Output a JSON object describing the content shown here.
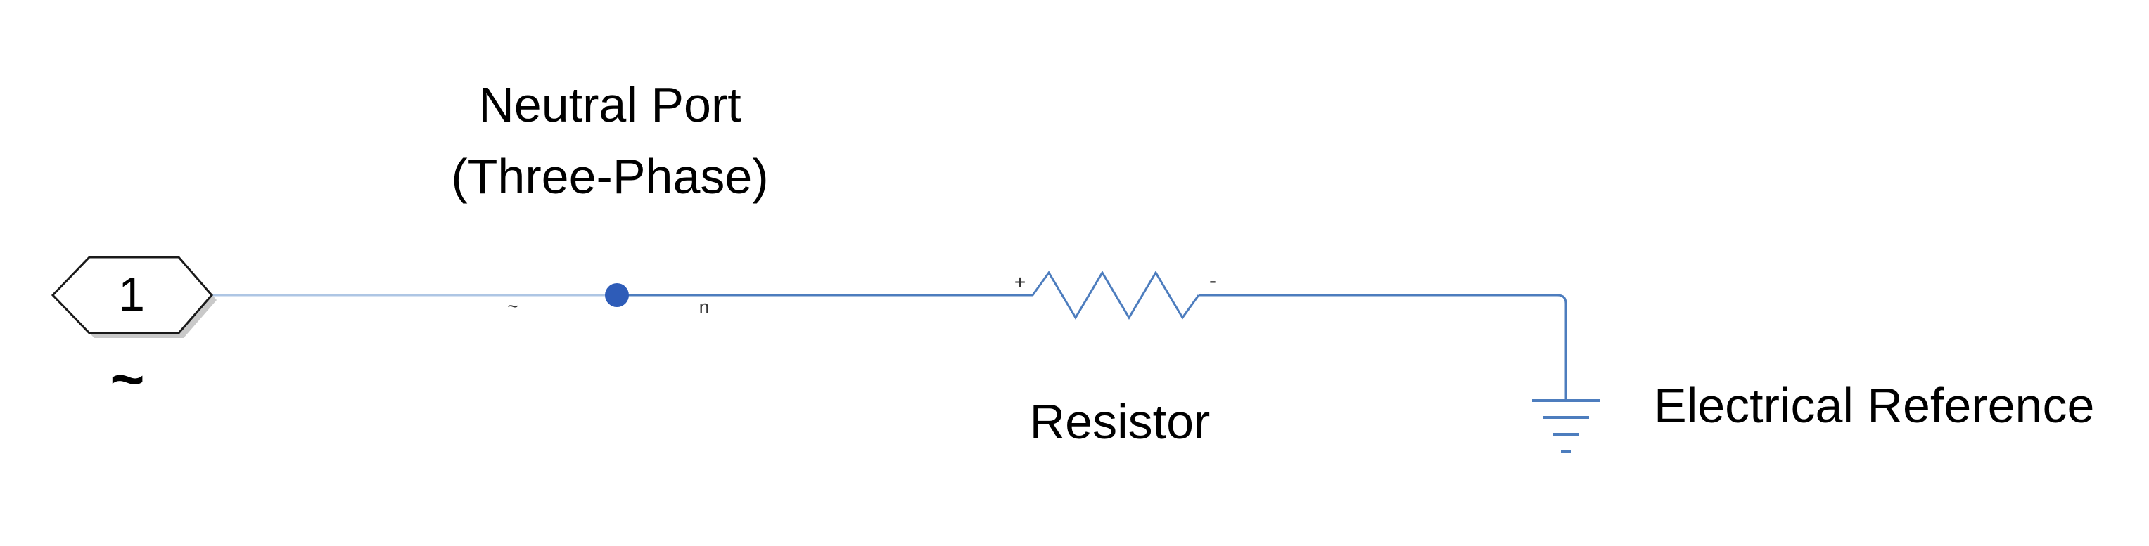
{
  "diagram": {
    "type": "simscape-electrical-model",
    "blocks": {
      "connection_port": {
        "number": "1",
        "name": "~"
      },
      "neutral_port": {
        "name_line1": "Neutral Port",
        "name_line2": "(Three-Phase)",
        "port_label_tilde": "~",
        "port_label_n": "n"
      },
      "resistor": {
        "name": "Resistor",
        "positive_label": "+",
        "negative_label": "-"
      },
      "electrical_reference": {
        "name": "Electrical Reference"
      }
    },
    "colors": {
      "background": "#ffffff",
      "wire_light": "#aec6e4",
      "wire_main": "#4d7dbe",
      "node_fill": "#2e5cb8",
      "block_border": "#1a1a1a",
      "block_fill": "#ffffff",
      "block_shadow": "#c9c9c9",
      "label_text": "#000000",
      "port_annotation": "#333333"
    }
  }
}
